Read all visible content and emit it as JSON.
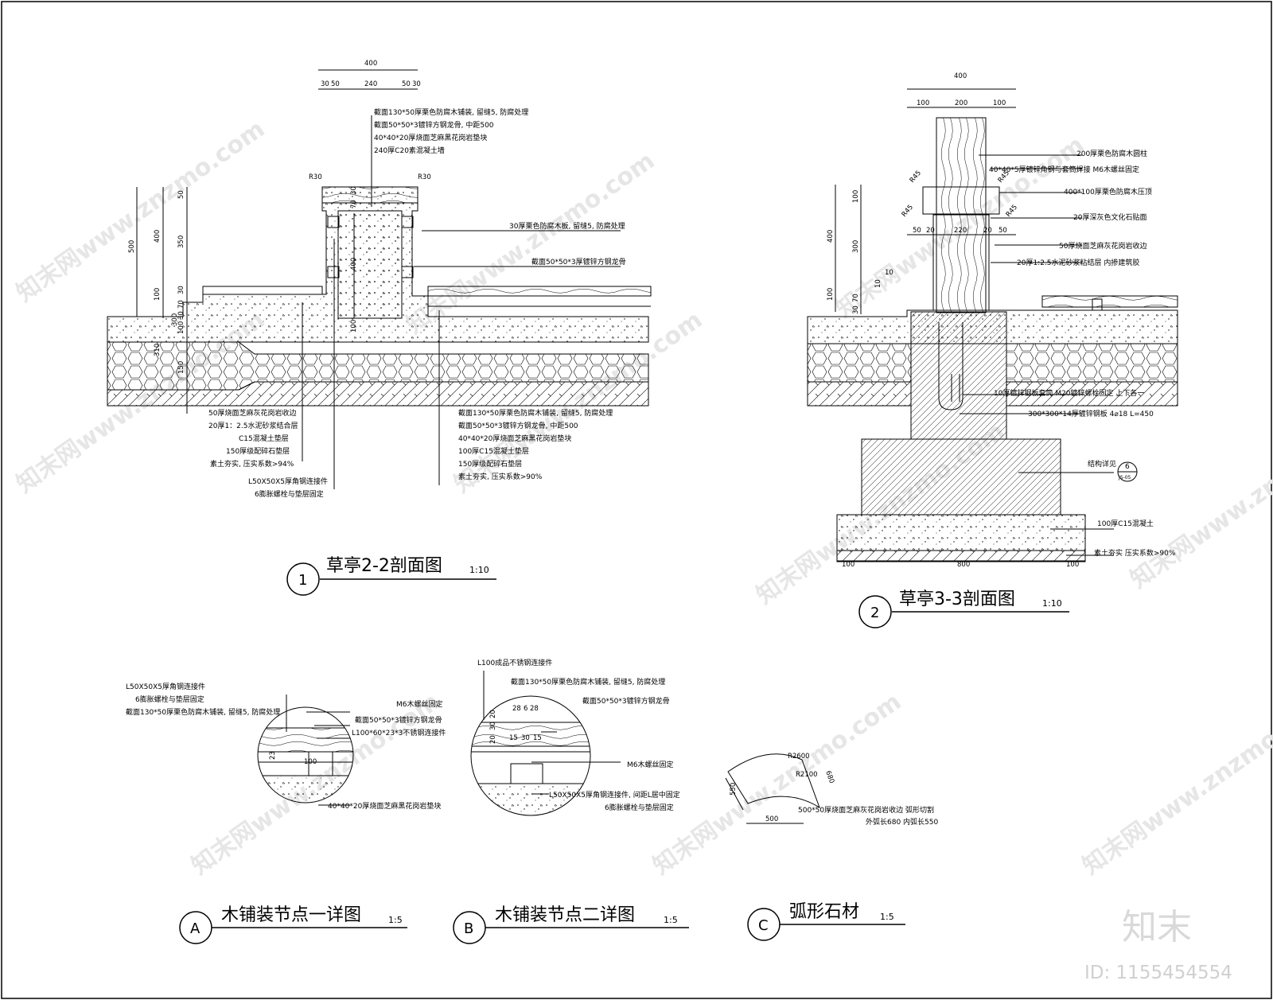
{
  "section1": {
    "dims_top": [
      "400",
      "30",
      "50",
      "240",
      "50",
      "30"
    ],
    "radius_labels": [
      "R30",
      "R30"
    ],
    "dims_left": [
      "500",
      "400",
      "350",
      "50",
      "100",
      "30",
      "70",
      "30",
      "100",
      "300",
      "310",
      "150",
      "70",
      "30",
      "400",
      "100"
    ],
    "top_notes": [
      "截面130*50厚栗色防腐木铺装, 留缝5, 防腐处理",
      "截面50*50*3镀锌方钢龙骨, 中距500",
      "40*40*20厚烧面芝麻黑花岗岩垫块",
      "240厚C20素混凝土墙"
    ],
    "right_notes": [
      "30厚栗色防腐木板, 留缝5, 防腐处理",
      "截面50*50*3厚镀锌方钢龙骨"
    ],
    "left_notes": [
      "50厚烧面芝麻灰花岗岩收边",
      "20厚1：2.5水泥砂浆结合层",
      "C15混凝土垫层",
      "150厚级配碎石垫层",
      "素土夯实, 压实系数>94%",
      "L50X50X5厚角钢连接件",
      "6膨胀螺栓与垫层固定"
    ],
    "bottom_notes": [
      "截面130*50厚栗色防腐木铺装, 留缝5, 防腐处理",
      "截面50*50*3镀锌方钢龙骨, 中距500",
      "40*40*20厚烧面芝麻黑花岗岩垫块",
      "100厚C15混凝土垫层",
      "150厚级配碎石垫层",
      "素土夯实, 压实系数>90%"
    ],
    "title": {
      "number": "1",
      "name": "草亭2-2剖面图",
      "scale": "1:10"
    }
  },
  "section2": {
    "dims_top": [
      "400",
      "100",
      "200",
      "100"
    ],
    "radius_labels": [
      "R45",
      "R45",
      "R45",
      "R45"
    ],
    "dims_mid": [
      "50",
      "20",
      "220",
      "20",
      "50"
    ],
    "dims_left": [
      "400",
      "100",
      "300",
      "100",
      "70",
      "30",
      "10",
      "10"
    ],
    "notes": [
      "200厚栗色防腐木圆柱",
      "40*40*5厚镀锌角钢与套筒焊接 M6木螺丝固定",
      "400*100厚栗色防腐木压顶",
      "20厚深灰色文化石贴面",
      "50厚烧面芝麻灰花岗岩收边",
      "20厚1:2.5水泥砂浆粘结层 内掺建筑胶"
    ],
    "lower_notes": [
      "10厚镀锌钢板套筒 M20镀锌螺栓固定 上下各一",
      "300*300*14厚镀锌钢板 4⌀18 L=450",
      "结构详见",
      "100厚C15混凝土",
      "素土夯实 压实系数>90%"
    ],
    "ref_bubble": {
      "top": "6",
      "bottom": "JS-05"
    },
    "dims_bottom": [
      "100",
      "800",
      "100"
    ],
    "title": {
      "number": "2",
      "name": "草亭3-3剖面图",
      "scale": "1:10"
    }
  },
  "detailA": {
    "notes": [
      "L50X50X5厚角钢连接件",
      "6膨胀螺栓与垫层固定",
      "截面130*50厚栗色防腐木铺装, 留缝5, 防腐处理",
      "M6木螺丝固定",
      "截面50*50*3镀锌方钢龙骨",
      "L100*60*23*3不锈钢连接件",
      "40*40*20厚烧面芝麻黑花岗岩垫块"
    ],
    "dims": [
      "23",
      "100"
    ],
    "title": {
      "number": "A",
      "name": "木铺装节点一详图",
      "scale": "1:5"
    }
  },
  "detailB": {
    "notes": [
      "L100成品不锈钢连接件",
      "截面130*50厚栗色防腐木铺装, 留缝5, 防腐处理",
      "截面50*50*3镀锌方钢龙骨",
      "M6木螺丝固定",
      "L50X50X5厚角钢连接件, 间距L居中固定",
      "6膨胀螺栓与垫层固定"
    ],
    "dims": [
      "28",
      "6",
      "28",
      "20",
      "30",
      "20",
      "15",
      "30",
      "15"
    ],
    "title": {
      "number": "B",
      "name": "木铺装节点二详图",
      "scale": "1:5"
    }
  },
  "detailC": {
    "labels": [
      "R2600",
      "R2100",
      "680",
      "550",
      "500"
    ],
    "notes": [
      "500*50厚烧面芝麻灰花岗岩收边 弧形切割",
      "外弧长680 内弧长550"
    ],
    "title": {
      "number": "C",
      "name": "弧形石材",
      "scale": "1:5"
    }
  },
  "watermark": {
    "text": "知末网www.znzmo.com",
    "brand": "知末",
    "id": "ID: 1155454554"
  }
}
